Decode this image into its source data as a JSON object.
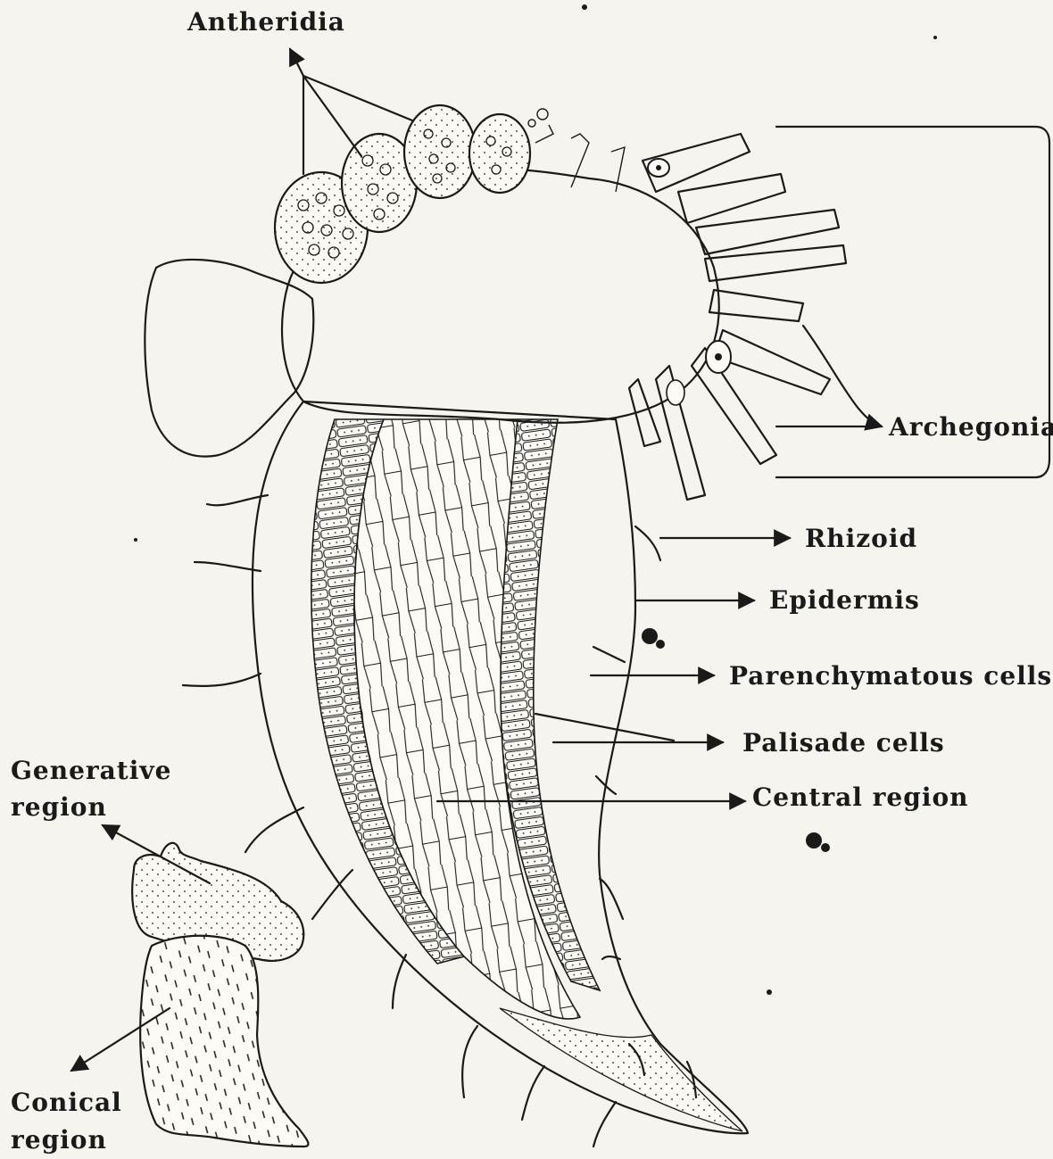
{
  "labels": {
    "antheridia": "Antheridia",
    "archegonia": "Archegonia",
    "rhizoid": "Rhizoid",
    "epidermis": "Epidermis",
    "parenchymatous_cells": "Parenchymatous cells",
    "palisade_cells": "Palisade cells",
    "central_region": "Central region",
    "generative_region_line1": "Generative",
    "generative_region_line2": "region",
    "conical_region_line1": "Conical",
    "conical_region_line2": "region"
  },
  "colors": {
    "ink": "#1a1a1a",
    "paper": "#f6f4ee"
  }
}
